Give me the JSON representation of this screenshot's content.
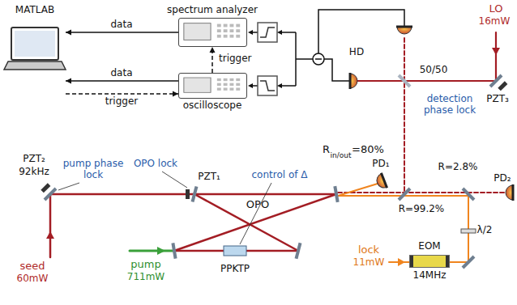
{
  "diagram": {
    "nodes": [
      {
        "text": [
          "MATLAB"
        ]
      },
      {
        "text": [
          "spectrum analyzer"
        ]
      },
      {
        "text": [
          "oscilloscope"
        ]
      },
      {
        "text": [
          "EOM",
          "14MHz"
        ]
      }
    ],
    "edges": [
      {
        "from": 1,
        "to": 0,
        "arrow": "to",
        "label": "data"
      },
      {
        "from": 2,
        "to": 0,
        "arrow": "to",
        "label": "data"
      },
      {
        "from": 0,
        "to": 2,
        "arrow": "to",
        "label": "trigger"
      },
      {
        "from": 2,
        "to": 1,
        "arrow": "to",
        "label": "trigger"
      }
    ],
    "labels": [
      "LO",
      "16mW",
      "HD",
      "50/50",
      "PZT₃",
      "detection phase lock",
      "R=2.8%",
      "PD₂",
      "R=99.2%",
      "R",
      "in/out",
      "=80%",
      "PD₁",
      "OPO",
      "PZT₂",
      "92kHz",
      "pump phase lock",
      "OPO lock",
      "PZT₁",
      "seed",
      "60mW",
      "pump",
      "711mW",
      "PPKTP",
      "control of Δ",
      "lock",
      "11mW",
      "λ/2"
    ]
  }
}
